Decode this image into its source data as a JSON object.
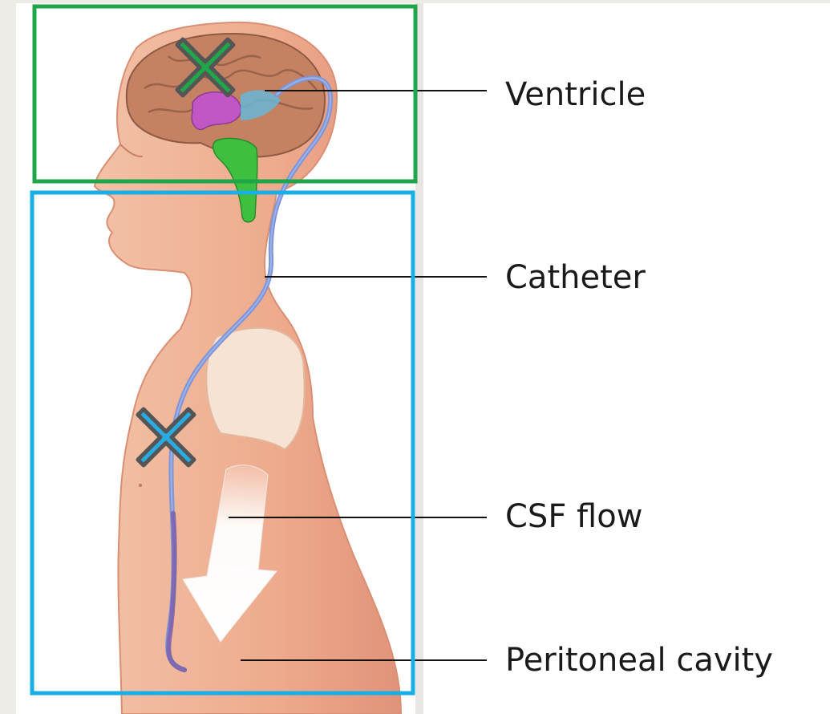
{
  "labels": {
    "ventricle": "Ventricle",
    "catheter": "Catheter",
    "csf_flow": "CSF flow",
    "peritoneal_cavity": "Peritoneal cavity"
  },
  "colors": {
    "background": "#ecebe6",
    "panel": "#ffffff",
    "skin": "#efb89c",
    "brain": "#c98c6f",
    "head_box": "#1fa64a",
    "body_box": "#19aee6",
    "catheter": "#6d8bd6",
    "x_head": "#1fa64a",
    "x_body": "#29abe2",
    "x_outline": "#555555"
  },
  "icons": {
    "head_marker": "x-mark-icon",
    "body_marker": "x-mark-icon"
  }
}
